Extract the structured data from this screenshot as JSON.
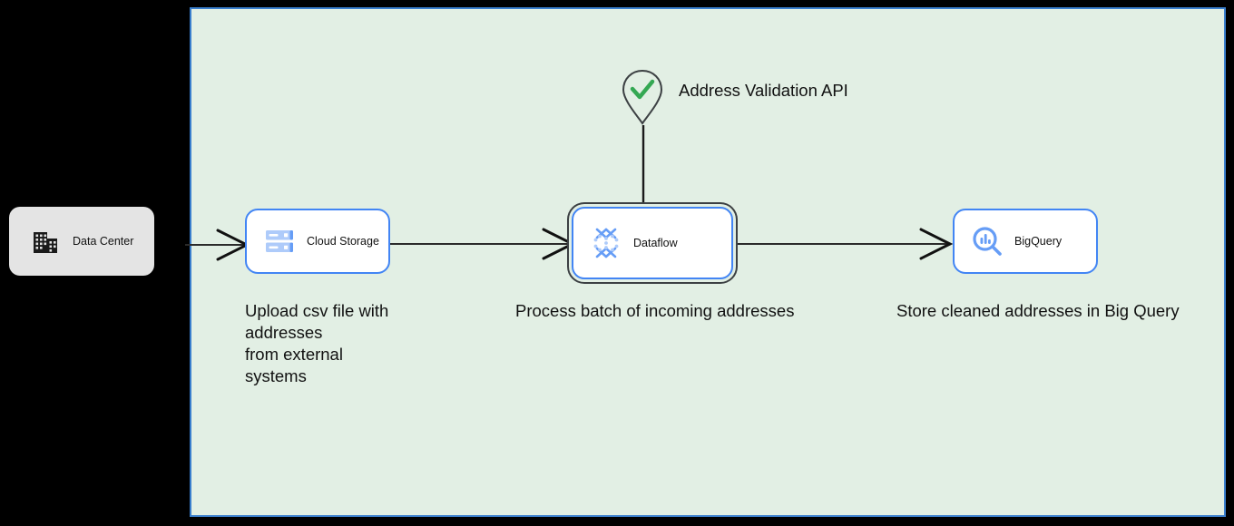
{
  "canvas": {
    "background_color": "#e2efe4",
    "border_color": "#3a7fcd"
  },
  "external": {
    "data_center": {
      "label": "Data Center",
      "icon": "building-icon",
      "background_color": "#e4e4e4"
    }
  },
  "nodes": [
    {
      "id": "cloud-storage",
      "label": "Cloud Storage",
      "icon": "cloud-storage-icon",
      "border_color": "#4285f4",
      "selected": false,
      "caption": "Upload csv file with addresses\nfrom external\nsystems"
    },
    {
      "id": "dataflow",
      "label": "Dataflow",
      "icon": "dataflow-icon",
      "border_color": "#4285f4",
      "selected": true,
      "caption": "Process batch of incoming addresses"
    },
    {
      "id": "bigquery",
      "label": "BigQuery",
      "icon": "bigquery-icon",
      "border_color": "#4285f4",
      "selected": false,
      "caption": "Store cleaned addresses in Big Query"
    }
  ],
  "annotations": {
    "address_validation": {
      "label": "Address Validation\nAPI",
      "icon": "map-pin-check-icon",
      "check_color": "#34a853"
    }
  },
  "connectors": [
    {
      "id": "datacenter-to-storage",
      "from": "data-center",
      "to": "cloud-storage",
      "arrowhead": true
    },
    {
      "id": "storage-to-dataflow",
      "from": "cloud-storage",
      "to": "dataflow",
      "arrowhead": true
    },
    {
      "id": "dataflow-to-bigquery",
      "from": "dataflow",
      "to": "bigquery",
      "arrowhead": true
    },
    {
      "id": "api-to-dataflow",
      "from": "address-validation-api",
      "to": "dataflow",
      "arrowhead": false
    }
  ]
}
